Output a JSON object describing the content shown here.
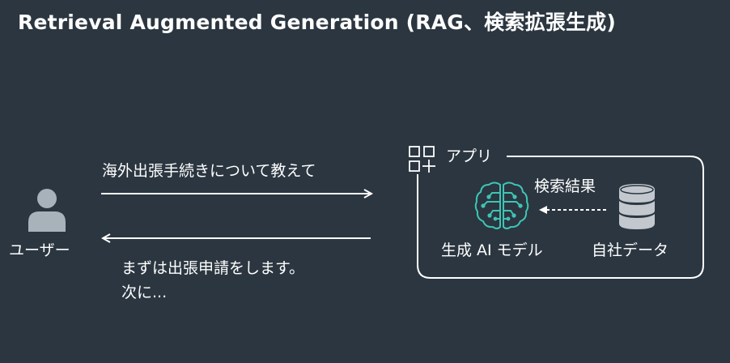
{
  "title": "Retrieval Augmented Generation (RAG、検索拡張生成)",
  "user": {
    "label": "ユーザー",
    "icon": "user-icon"
  },
  "request": {
    "text": "海外出張手続きについて教えて"
  },
  "response": {
    "text": "まずは出張申請をします。\n次に..."
  },
  "app": {
    "label": "アプリ",
    "icon": "app-grid-icon",
    "search_result_label": "検索結果",
    "genai_label": "生成 AI モデル",
    "genai_icon": "brain-icon",
    "company_data_label": "自社データ",
    "company_data_icon": "database-icon"
  },
  "colors": {
    "background": "#2b3640",
    "text": "#ffffff",
    "accent_teal": "#3ec5b4",
    "user_gray": "#a7b2bb",
    "db_gray": "#c2c8ce"
  }
}
